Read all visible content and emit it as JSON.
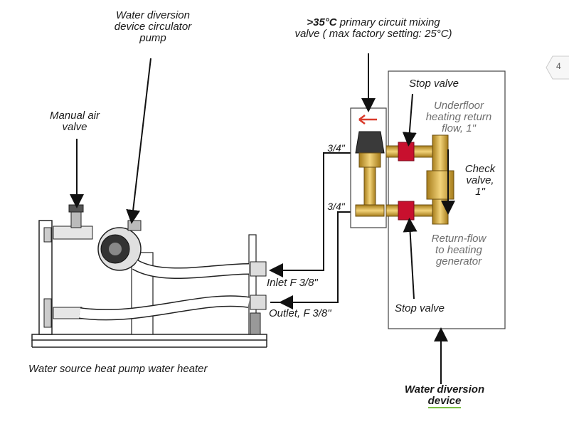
{
  "labels": {
    "pump": "Water diversion device circulator pump",
    "pump_l1": "Water diversion",
    "pump_l2": "device circulator",
    "pump_l3": "pump",
    "air_l1": "Manual air",
    "air_l2": "valve",
    "mix_bold": ">35°C",
    "mix_rest": " primary circuit mixing",
    "mix_l2": "valve ( max factory setting: 25°C)",
    "stop_top": "Stop valve",
    "under_l1": "Underfloor",
    "under_l2": "heating return",
    "under_l3": "flow, 1\"",
    "check_l1": "Check",
    "check_l2": "valve,",
    "check_l3": "1\"",
    "return_l1": "Return-flow",
    "return_l2": "to heating",
    "return_l3": "generator",
    "stop_bottom": "Stop valve",
    "size_top": "3/4\"",
    "size_bottom": "3/4\"",
    "inlet": "Inlet F 3/8\"",
    "outlet": "Outlet, F 3/8\"",
    "heater": "Water source heat pump water heater",
    "device_l1": "Water diversion",
    "device_l2": "device"
  },
  "page": {
    "number": "4"
  },
  "colors": {
    "valve_red": "#c8102e",
    "brass": "#d4a72c",
    "arrow_red": "#d93a2b",
    "underline_green": "#7bc043"
  }
}
